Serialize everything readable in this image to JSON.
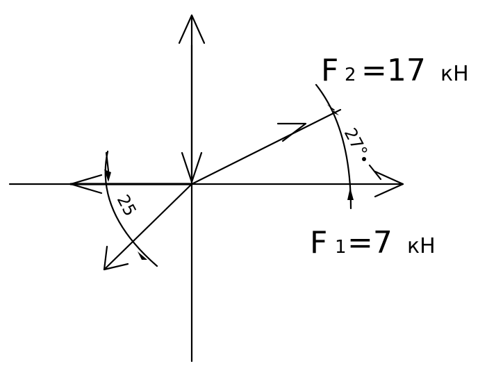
{
  "forces": {
    "f2": {
      "symbol": "F",
      "index": "2",
      "value": "=17",
      "unit": "кН"
    },
    "f1": {
      "symbol": "F",
      "index": "1",
      "value": "=7",
      "unit": "кН"
    }
  },
  "angles": {
    "a27": "27°",
    "a25": "25"
  }
}
